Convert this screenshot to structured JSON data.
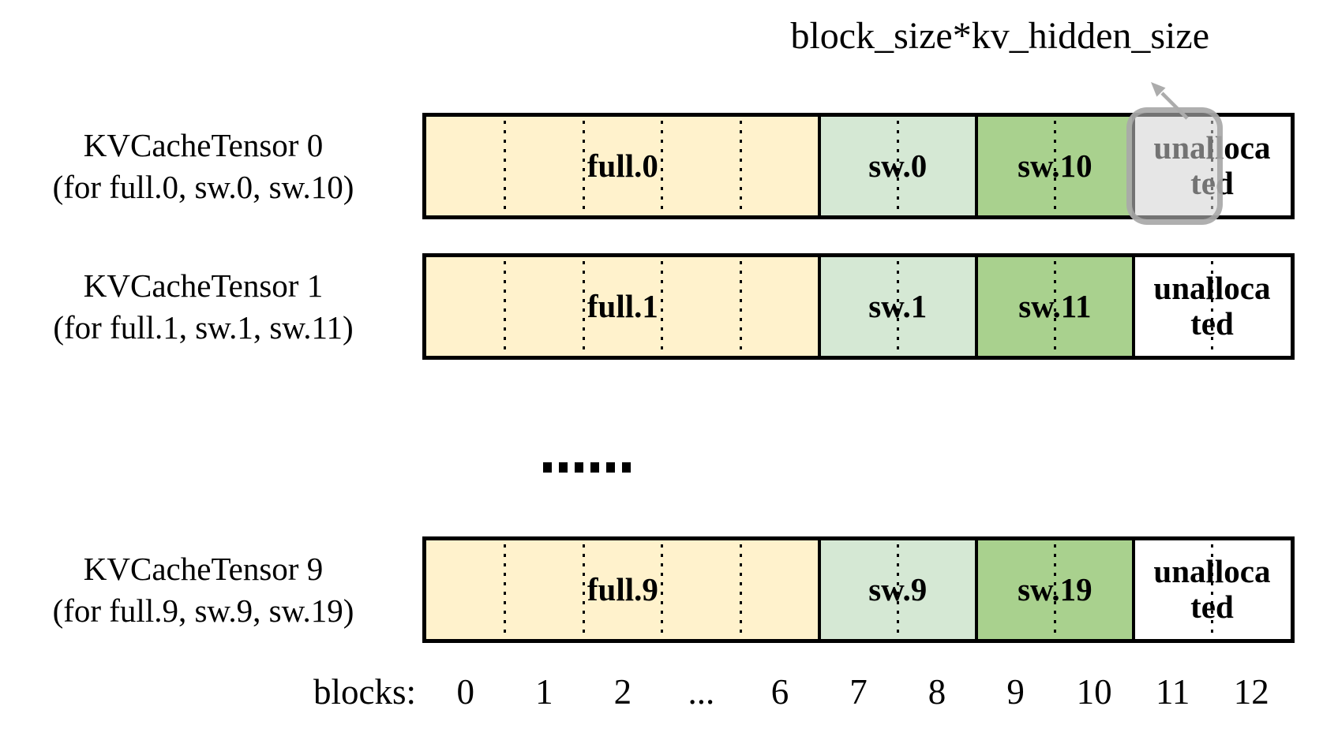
{
  "annotation": {
    "label": "block_size*kv_hidden_size"
  },
  "ellipsis": "......",
  "axis": {
    "label": "blocks:",
    "ticks": [
      "0",
      "1",
      "2",
      "...",
      "6",
      "7",
      "8",
      "9",
      "10",
      "11",
      "12"
    ]
  },
  "colors": {
    "full_yellow": "#FFF2CC",
    "sw_light_green": "#D5E8D4",
    "sw_dark_green": "#A9D18E",
    "unallocated_white": "#FFFFFF",
    "bar_border": "#000000",
    "highlight_fill": "rgba(209,209,209,0.55)",
    "highlight_border": "rgba(166,166,166,0.85)",
    "arrow_gray": "#ACACAC"
  },
  "rows": [
    {
      "title": "KVCacheTensor 0",
      "subtitle": "(for full.0, sw.0, sw.10)",
      "segments": [
        {
          "label": "full.0",
          "cells": 5,
          "fill": "full_yellow"
        },
        {
          "label": "sw.0",
          "cells": 2,
          "fill": "sw_light_green"
        },
        {
          "label": "sw.10",
          "cells": 2,
          "fill": "sw_dark_green"
        },
        {
          "label": "unallocated",
          "cells": 2,
          "fill": "unallocated_white",
          "wrap": true
        }
      ],
      "highlight_block": 11
    },
    {
      "title": "KVCacheTensor 1",
      "subtitle": "(for full.1, sw.1, sw.11)",
      "segments": [
        {
          "label": "full.1",
          "cells": 5,
          "fill": "full_yellow"
        },
        {
          "label": "sw.1",
          "cells": 2,
          "fill": "sw_light_green"
        },
        {
          "label": "sw.11",
          "cells": 2,
          "fill": "sw_dark_green"
        },
        {
          "label": "unallocated",
          "cells": 2,
          "fill": "unallocated_white",
          "wrap": true
        }
      ]
    },
    {
      "title": "KVCacheTensor 9",
      "subtitle": "(for full.9, sw.9, sw.19)",
      "segments": [
        {
          "label": "full.9",
          "cells": 5,
          "fill": "full_yellow"
        },
        {
          "label": "sw.9",
          "cells": 2,
          "fill": "sw_light_green"
        },
        {
          "label": "sw.19",
          "cells": 2,
          "fill": "sw_dark_green"
        },
        {
          "label": "unallocated",
          "cells": 2,
          "fill": "unallocated_white",
          "wrap": true
        }
      ]
    }
  ]
}
